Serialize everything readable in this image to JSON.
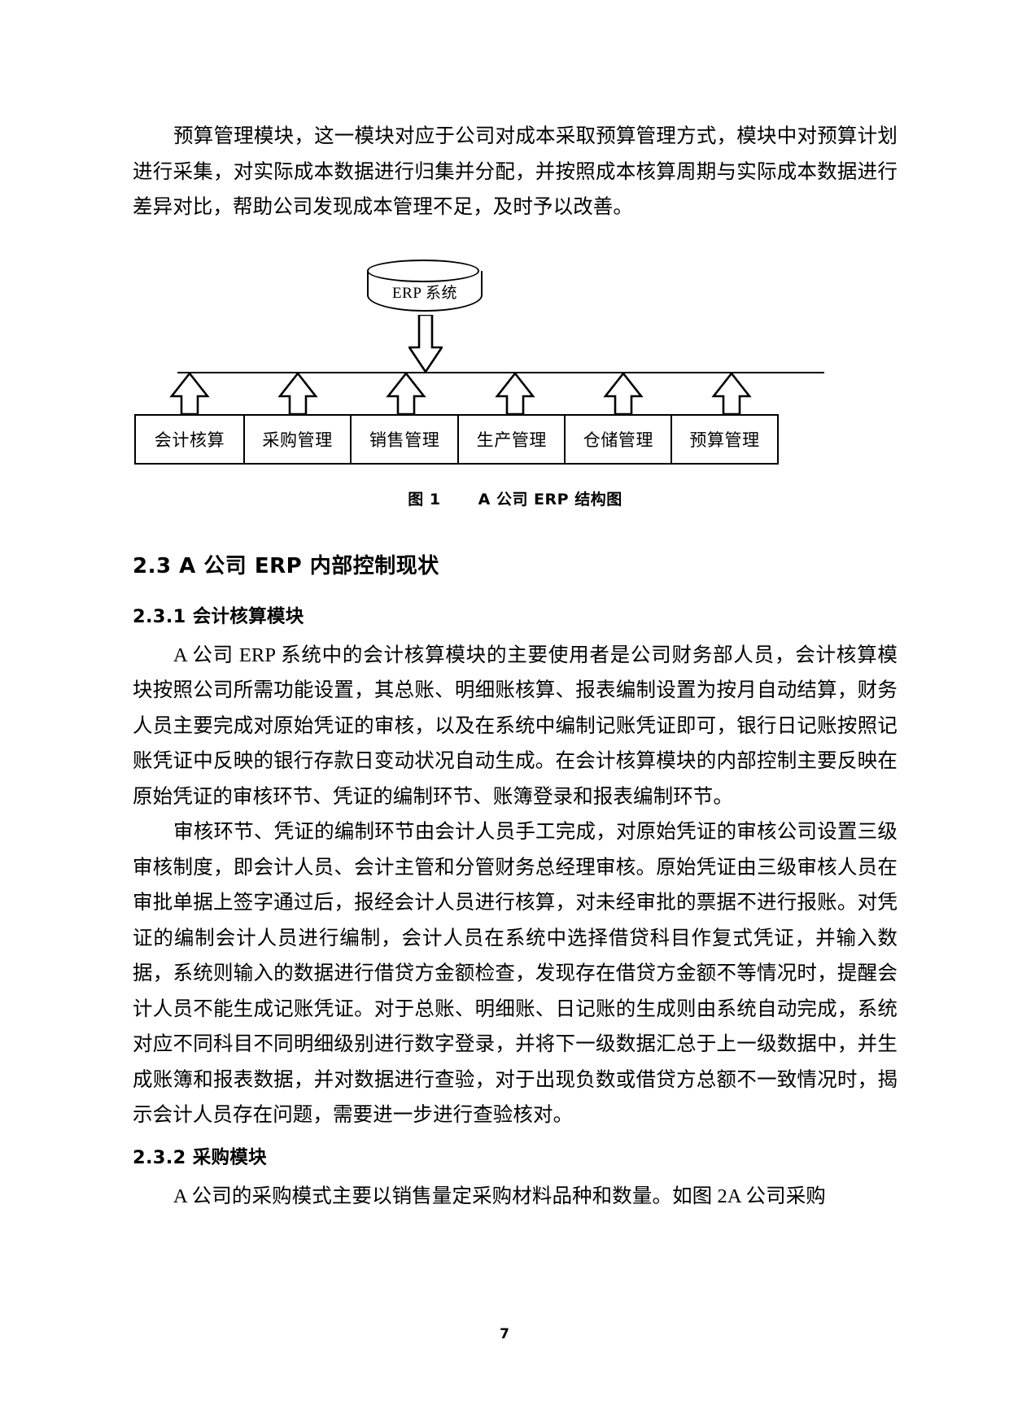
{
  "document": {
    "page_number": "7",
    "paragraphs": {
      "intro": "预算管理模块，这一模块对应于公司对成本采取预算管理方式，模块中对预算计划进行采集，对实际成本数据进行归集并分配，并按照成本核算周期与实际成本数据进行差异对比，帮助公司发现成本管理不足，及时予以改善。",
      "accounting_1": "A 公司 ERP 系统中的会计核算模块的主要使用者是公司财务部人员，会计核算模块按照公司所需功能设置，其总账、明细账核算、报表编制设置为按月自动结算，财务人员主要完成对原始凭证的审核，以及在系统中编制记账凭证即可，银行日记账按照记账凭证中反映的银行存款日变动状况自动生成。在会计核算模块的内部控制主要反映在原始凭证的审核环节、凭证的编制环节、账簿登录和报表编制环节。",
      "accounting_2": "审核环节、凭证的编制环节由会计人员手工完成，对原始凭证的审核公司设置三级审核制度，即会计人员、会计主管和分管财务总经理审核。原始凭证由三级审核人员在审批单据上签字通过后，报经会计人员进行核算，对未经审批的票据不进行报账。对凭证的编制会计人员进行编制，会计人员在系统中选择借贷科目作复式凭证，并输入数据，系统则输入的数据进行借贷方金额检查，发现存在借贷方金额不等情况时，提醒会计人员不能生成记账凭证。对于总账、明细账、日记账的生成则由系统自动完成，系统对应不同科目不同明细级别进行数字登录，并将下一级数据汇总于上一级数据中，并生成账簿和报表数据，并对数据进行查验，对于出现负数或借贷方总额不一致情况时，揭示会计人员存在问题，需要进一步进行查验核对。",
      "purchase_1": "A 公司的采购模式主要以销售量定采购材料品种和数量。如图 2A 公司采购"
    },
    "headings": {
      "h2_1": "2.3  A 公司 ERP 内部控制现状",
      "h3_1": "2.3.1 会计核算模块",
      "h3_2": "2.3.2 采购模块"
    },
    "figure": {
      "caption_number": "图 1",
      "caption_title": "A 公司 ERP 结构图",
      "system_label": "ERP 系统",
      "modules": [
        {
          "label": "会计核算"
        },
        {
          "label": "采购管理"
        },
        {
          "label": "销售管理"
        },
        {
          "label": "生产管理"
        },
        {
          "label": "仓储管理"
        },
        {
          "label": "预算管理"
        }
      ]
    }
  },
  "colors": {
    "ink": "#000000",
    "paper": "#ffffff"
  }
}
